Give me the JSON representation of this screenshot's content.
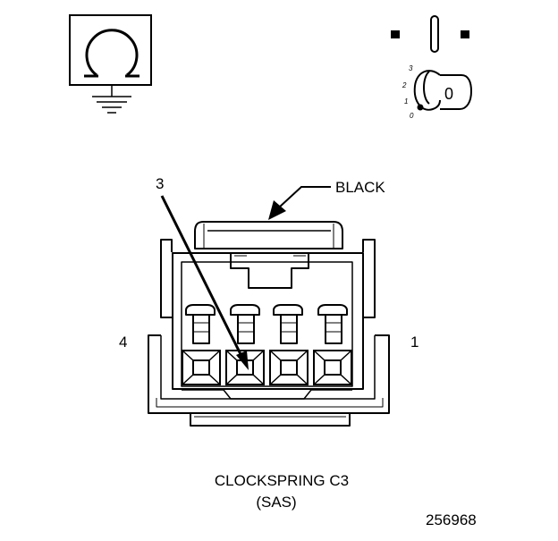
{
  "diagram": {
    "callout_color": "BLACK",
    "pin_callout": "3",
    "pin_left": "4",
    "pin_right": "1",
    "title": "CLOCKSPRING C3",
    "subtitle": "(SAS)",
    "figure_number": "256968",
    "ignition_positions": [
      "0",
      "1",
      "2",
      "3"
    ],
    "key_label": "0"
  },
  "icons": {
    "ohmmeter": "ohmmeter-ground-icon",
    "ignition": "ignition-key-icon"
  },
  "colors": {
    "ink": "#000000",
    "background": "#ffffff"
  }
}
